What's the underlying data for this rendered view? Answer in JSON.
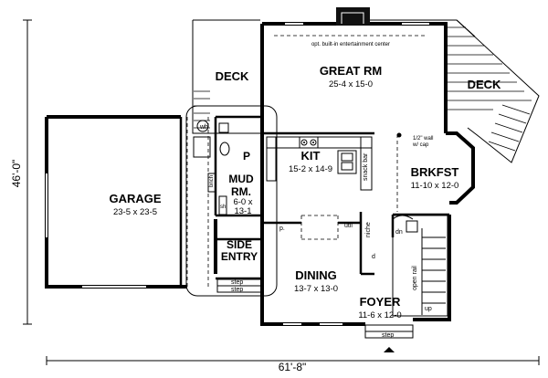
{
  "rooms": {
    "great_rm": {
      "name": "GREAT RM",
      "dim": "25-4 x 15-0"
    },
    "deck_left": {
      "name": "DECK"
    },
    "deck_right": {
      "name": "DECK"
    },
    "garage": {
      "name": "GARAGE",
      "dim": "23-5 x 23-5"
    },
    "mud_rm": {
      "name1": "MUD",
      "name2": "RM.",
      "dim1": "6-0 x",
      "dim2": "13-1"
    },
    "kit": {
      "name": "KIT",
      "dim": "15-2 x 14-9"
    },
    "brkfst": {
      "name": "BRKFST",
      "dim": "11-10 x 12-0"
    },
    "side_entry": {
      "name1": "SIDE",
      "name2": "ENTRY"
    },
    "dining": {
      "name": "DINING",
      "dim": "13-7 x 13-0"
    },
    "foyer": {
      "name": "FOYER",
      "dim": "11-6 x 12-0"
    }
  },
  "notes": {
    "entertainment": "opt. built-in entertainment center",
    "half_wall": "1/2\" wall",
    "w_cap": "w/ cap",
    "snack_bar": "snack bar",
    "util": "util",
    "niche": "niche",
    "open_rail": "open rail",
    "step1": "step",
    "step2": "step",
    "step3": "step",
    "up": "up",
    "wh": "wh",
    "p1": "P",
    "p2": "p.",
    "dn": "dn",
    "d_label": "d",
    "bench": "bnch",
    "shelf": "sh"
  },
  "dimensions": {
    "overall_width": "61'-8\"",
    "overall_depth": "46'-0\""
  }
}
